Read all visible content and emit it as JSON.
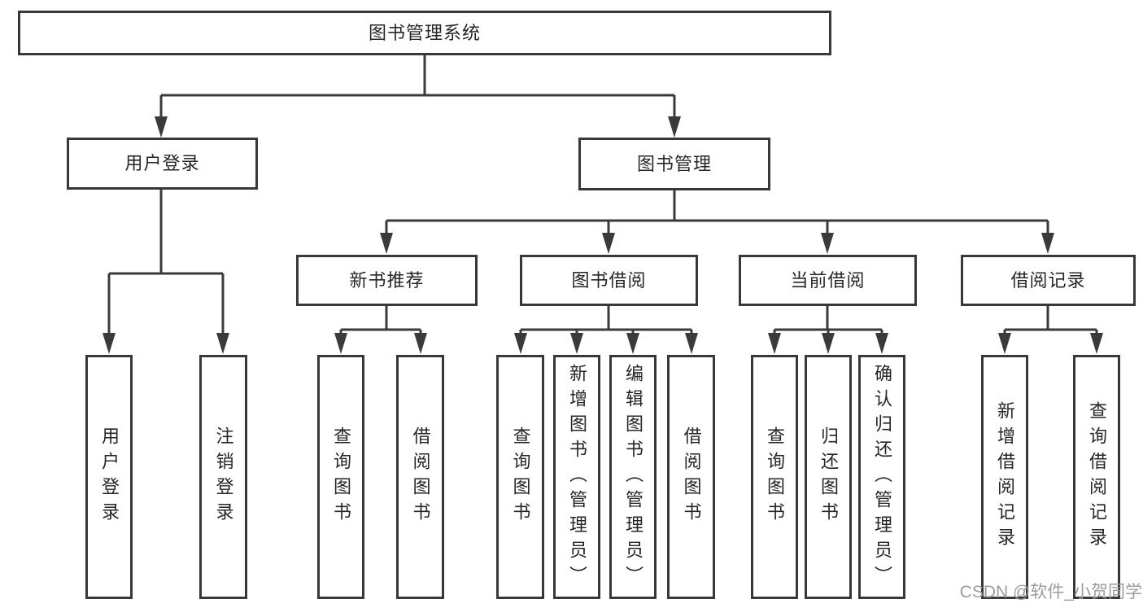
{
  "tree": {
    "label": "图书管理系统",
    "children": [
      {
        "label": "用户登录",
        "children": [
          {
            "label": "用户登录"
          },
          {
            "label": "注销登录"
          }
        ]
      },
      {
        "label": "图书管理",
        "children": [
          {
            "label": "新书推荐",
            "children": [
              {
                "label": "查询图书"
              },
              {
                "label": "借阅图书"
              }
            ]
          },
          {
            "label": "图书借阅",
            "children": [
              {
                "label": "查询图书"
              },
              {
                "label": "新增图书（管理员）"
              },
              {
                "label": "编辑图书（管理员）"
              },
              {
                "label": "借阅图书"
              }
            ]
          },
          {
            "label": "当前借阅",
            "children": [
              {
                "label": "查询图书"
              },
              {
                "label": "归还图书"
              },
              {
                "label": "确认归还（管理员）"
              }
            ]
          },
          {
            "label": "借阅记录",
            "children": [
              {
                "label": "新增借阅记录"
              },
              {
                "label": "查询借阅记录"
              }
            ]
          }
        ]
      }
    ]
  },
  "watermark": {
    "text": "CSDN @软件_小贺同学"
  },
  "colors": {
    "line": "#3a3a3a",
    "border": "#383838",
    "text": "#262626",
    "watermark": "#9c9c9c",
    "background": "#ffffff"
  }
}
